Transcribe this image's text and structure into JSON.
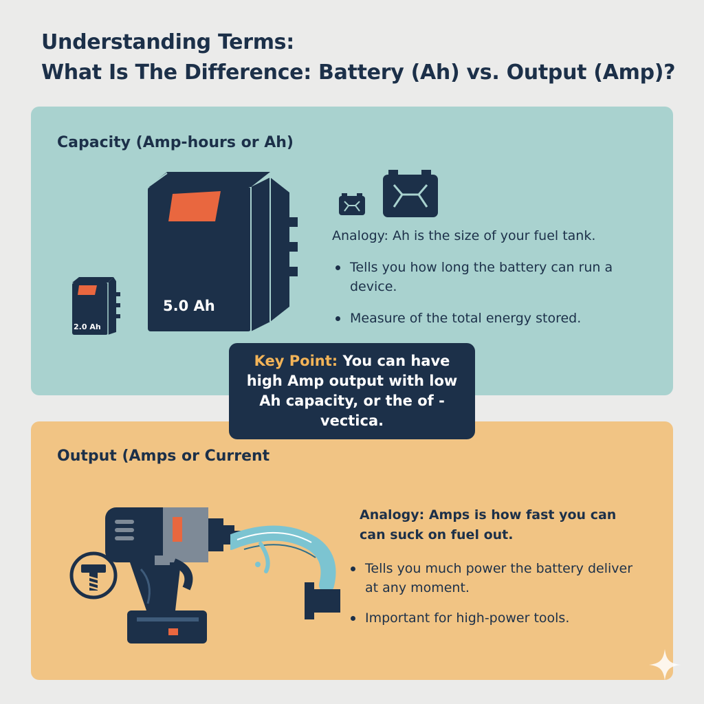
{
  "title": {
    "line1": "Understanding Terms:",
    "line2": "What Is The Difference: Battery (Ah) vs. Output (Amp)?"
  },
  "capacity": {
    "heading": "Capacity (Amp-hours or Ah)",
    "battery_large_label": "5.0 Ah",
    "battery_small_label": "2.0 Ah",
    "analogy": "Analogy: Ah is the size of your fuel tank.",
    "bullets": [
      "Tells you how long the battery can run a device.",
      "Measure of the total energy stored."
    ]
  },
  "key_point": {
    "label": "Key Point:",
    "text": " You can have high Amp output with low Ah capacity, or the of -vectica."
  },
  "output": {
    "heading": "Output (Amps or Current",
    "analogy": "Analogy: Amps is how fast you can can suck on fuel out.",
    "bullets": [
      "Tells you much power the battery deliver at any moment.",
      "Important for high-power tools."
    ]
  },
  "colors": {
    "background": "#ebebea",
    "navy": "#1c3049",
    "teal_panel": "#a9d2cf",
    "orange_panel": "#f1c484",
    "accent_orange": "#e9673f",
    "key_point_label": "#f3b458",
    "water": "#7cc4d1"
  },
  "icons": [
    "battery-pack-icon",
    "car-battery-icon",
    "drill-icon",
    "bolt-icon",
    "water-hose-icon",
    "sparkle-icon"
  ]
}
